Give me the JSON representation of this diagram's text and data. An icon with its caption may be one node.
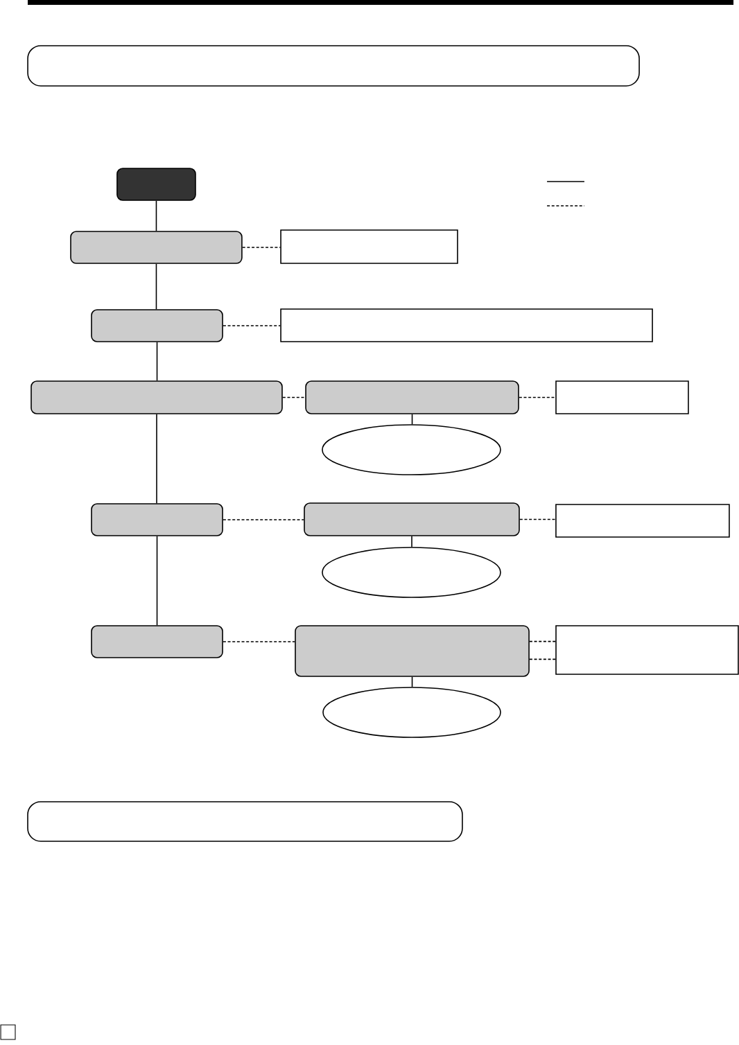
{
  "diagram": {
    "nodes": [
      {
        "text": [],
        "shape": "box"
      },
      {
        "text": [],
        "shape": "box"
      },
      {
        "text": [],
        "shape": "box"
      },
      {
        "text": [],
        "shape": "box"
      },
      {
        "text": [],
        "shape": "box"
      },
      {
        "text": [],
        "shape": "box"
      },
      {
        "text": [],
        "shape": "box"
      },
      {
        "text": [],
        "shape": "box"
      },
      {
        "text": [],
        "shape": "box"
      },
      {
        "text": [],
        "shape": "ellipse"
      },
      {
        "text": [],
        "shape": "box"
      },
      {
        "text": [],
        "shape": "box"
      },
      {
        "text": [],
        "shape": "box"
      },
      {
        "text": [],
        "shape": "ellipse"
      },
      {
        "text": [],
        "shape": "box"
      },
      {
        "text": [],
        "shape": "box"
      },
      {
        "text": [],
        "shape": "box"
      },
      {
        "text": [],
        "shape": "ellipse"
      },
      {
        "text": [],
        "shape": "box"
      }
    ],
    "edges": [
      {
        "from": 1,
        "to": 2,
        "arrow": "none"
      },
      {
        "from": 2,
        "to": 3,
        "arrow": "none",
        "style": "dashed"
      },
      {
        "from": 2,
        "to": 4,
        "arrow": "none"
      },
      {
        "from": 4,
        "to": 5,
        "arrow": "none",
        "style": "dashed"
      },
      {
        "from": 4,
        "to": 6,
        "arrow": "none"
      },
      {
        "from": 6,
        "to": 7,
        "arrow": "none",
        "style": "dashed"
      },
      {
        "from": 7,
        "to": 8,
        "arrow": "none",
        "style": "dashed"
      },
      {
        "from": 7,
        "to": 9,
        "arrow": "none"
      },
      {
        "from": 6,
        "to": 10,
        "arrow": "none"
      },
      {
        "from": 10,
        "to": 11,
        "arrow": "none",
        "style": "dashed"
      },
      {
        "from": 11,
        "to": 12,
        "arrow": "none",
        "style": "dashed"
      },
      {
        "from": 11,
        "to": 13,
        "arrow": "none"
      },
      {
        "from": 10,
        "to": 14,
        "arrow": "none"
      },
      {
        "from": 14,
        "to": 15,
        "arrow": "none",
        "style": "dashed"
      },
      {
        "from": 15,
        "to": 16,
        "arrow": "none",
        "style": "dashed"
      },
      {
        "from": 15,
        "to": 16,
        "arrow": "none",
        "style": "dashed"
      },
      {
        "from": 15,
        "to": 17,
        "arrow": "none"
      }
    ]
  }
}
